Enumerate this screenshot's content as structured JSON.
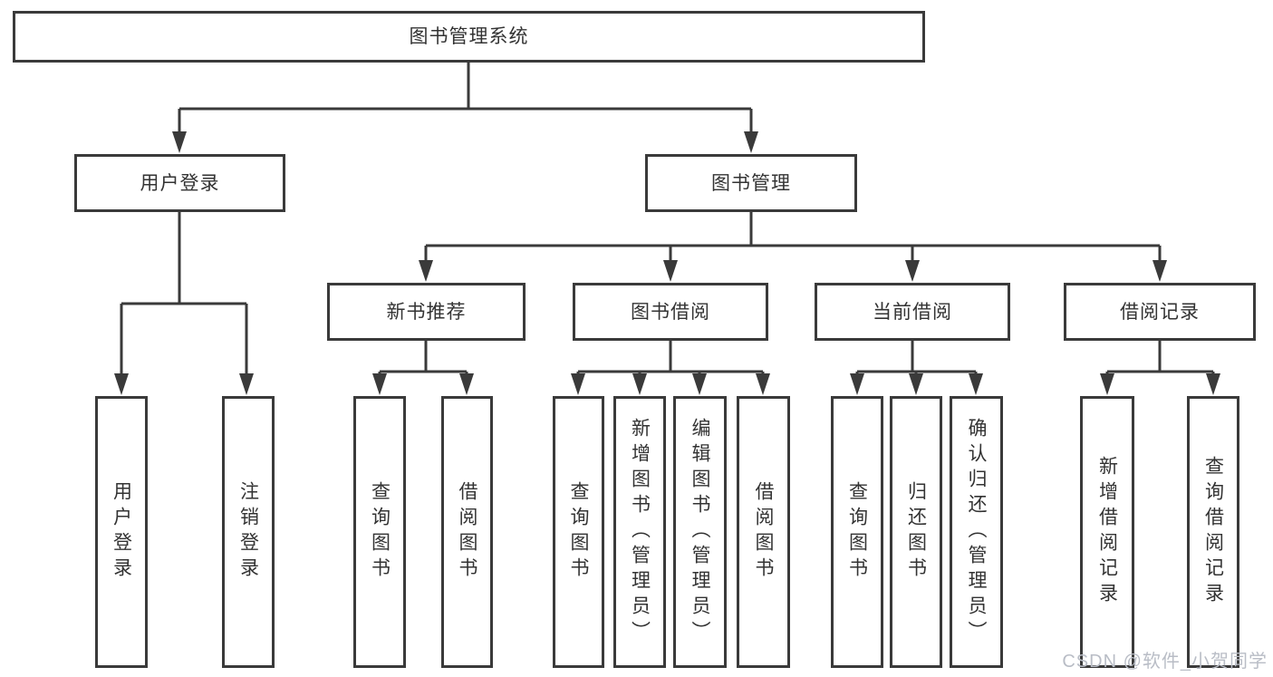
{
  "diagram": {
    "type": "hierarchy-tree",
    "background": "#ffffff",
    "line_color": "#3a3a3a",
    "text_color": "#333333",
    "nodes": {
      "root": {
        "label": "图书管理系统"
      },
      "user_login": {
        "label": "用户登录"
      },
      "book_mgmt": {
        "label": "图书管理"
      },
      "new_book_rec": {
        "label": "新书推荐"
      },
      "book_borrow": {
        "label": "图书借阅"
      },
      "current_borrow": {
        "label": "当前借阅"
      },
      "borrow_records": {
        "label": "借阅记录"
      },
      "leaf_user_login": {
        "label": "用户登录"
      },
      "leaf_logout": {
        "label": "注销登录"
      },
      "nb_query": {
        "label": "查询图书"
      },
      "nb_borrow": {
        "label": "借阅图书"
      },
      "bb_query": {
        "label": "查询图书"
      },
      "bb_add": {
        "label": "新增图书（管理员）"
      },
      "bb_edit": {
        "label": "编辑图书（管理员）"
      },
      "bb_borrow": {
        "label": "借阅图书"
      },
      "cb_query": {
        "label": "查询图书"
      },
      "cb_return": {
        "label": "归还图书"
      },
      "cb_confirm": {
        "label": "确认归还（管理员）"
      },
      "br_add": {
        "label": "新增借阅记录"
      },
      "br_query": {
        "label": "查询借阅记录"
      }
    },
    "structure": [
      {
        "parent": "图书管理系统",
        "children": [
          "用户登录",
          "图书管理"
        ]
      },
      {
        "parent": "用户登录",
        "children": [
          "用户登录",
          "注销登录"
        ]
      },
      {
        "parent": "图书管理",
        "children": [
          "新书推荐",
          "图书借阅",
          "当前借阅",
          "借阅记录"
        ]
      },
      {
        "parent": "新书推荐",
        "children": [
          "查询图书",
          "借阅图书"
        ]
      },
      {
        "parent": "图书借阅",
        "children": [
          "查询图书",
          "新增图书（管理员）",
          "编辑图书（管理员）",
          "借阅图书"
        ]
      },
      {
        "parent": "当前借阅",
        "children": [
          "查询图书",
          "归还图书",
          "确认归还（管理员）"
        ]
      },
      {
        "parent": "借阅记录",
        "children": [
          "新增借阅记录",
          "查询借阅记录"
        ]
      }
    ]
  },
  "watermark": {
    "text": "CSDN @软件_小贺同学",
    "color": "#b9bdc6"
  }
}
